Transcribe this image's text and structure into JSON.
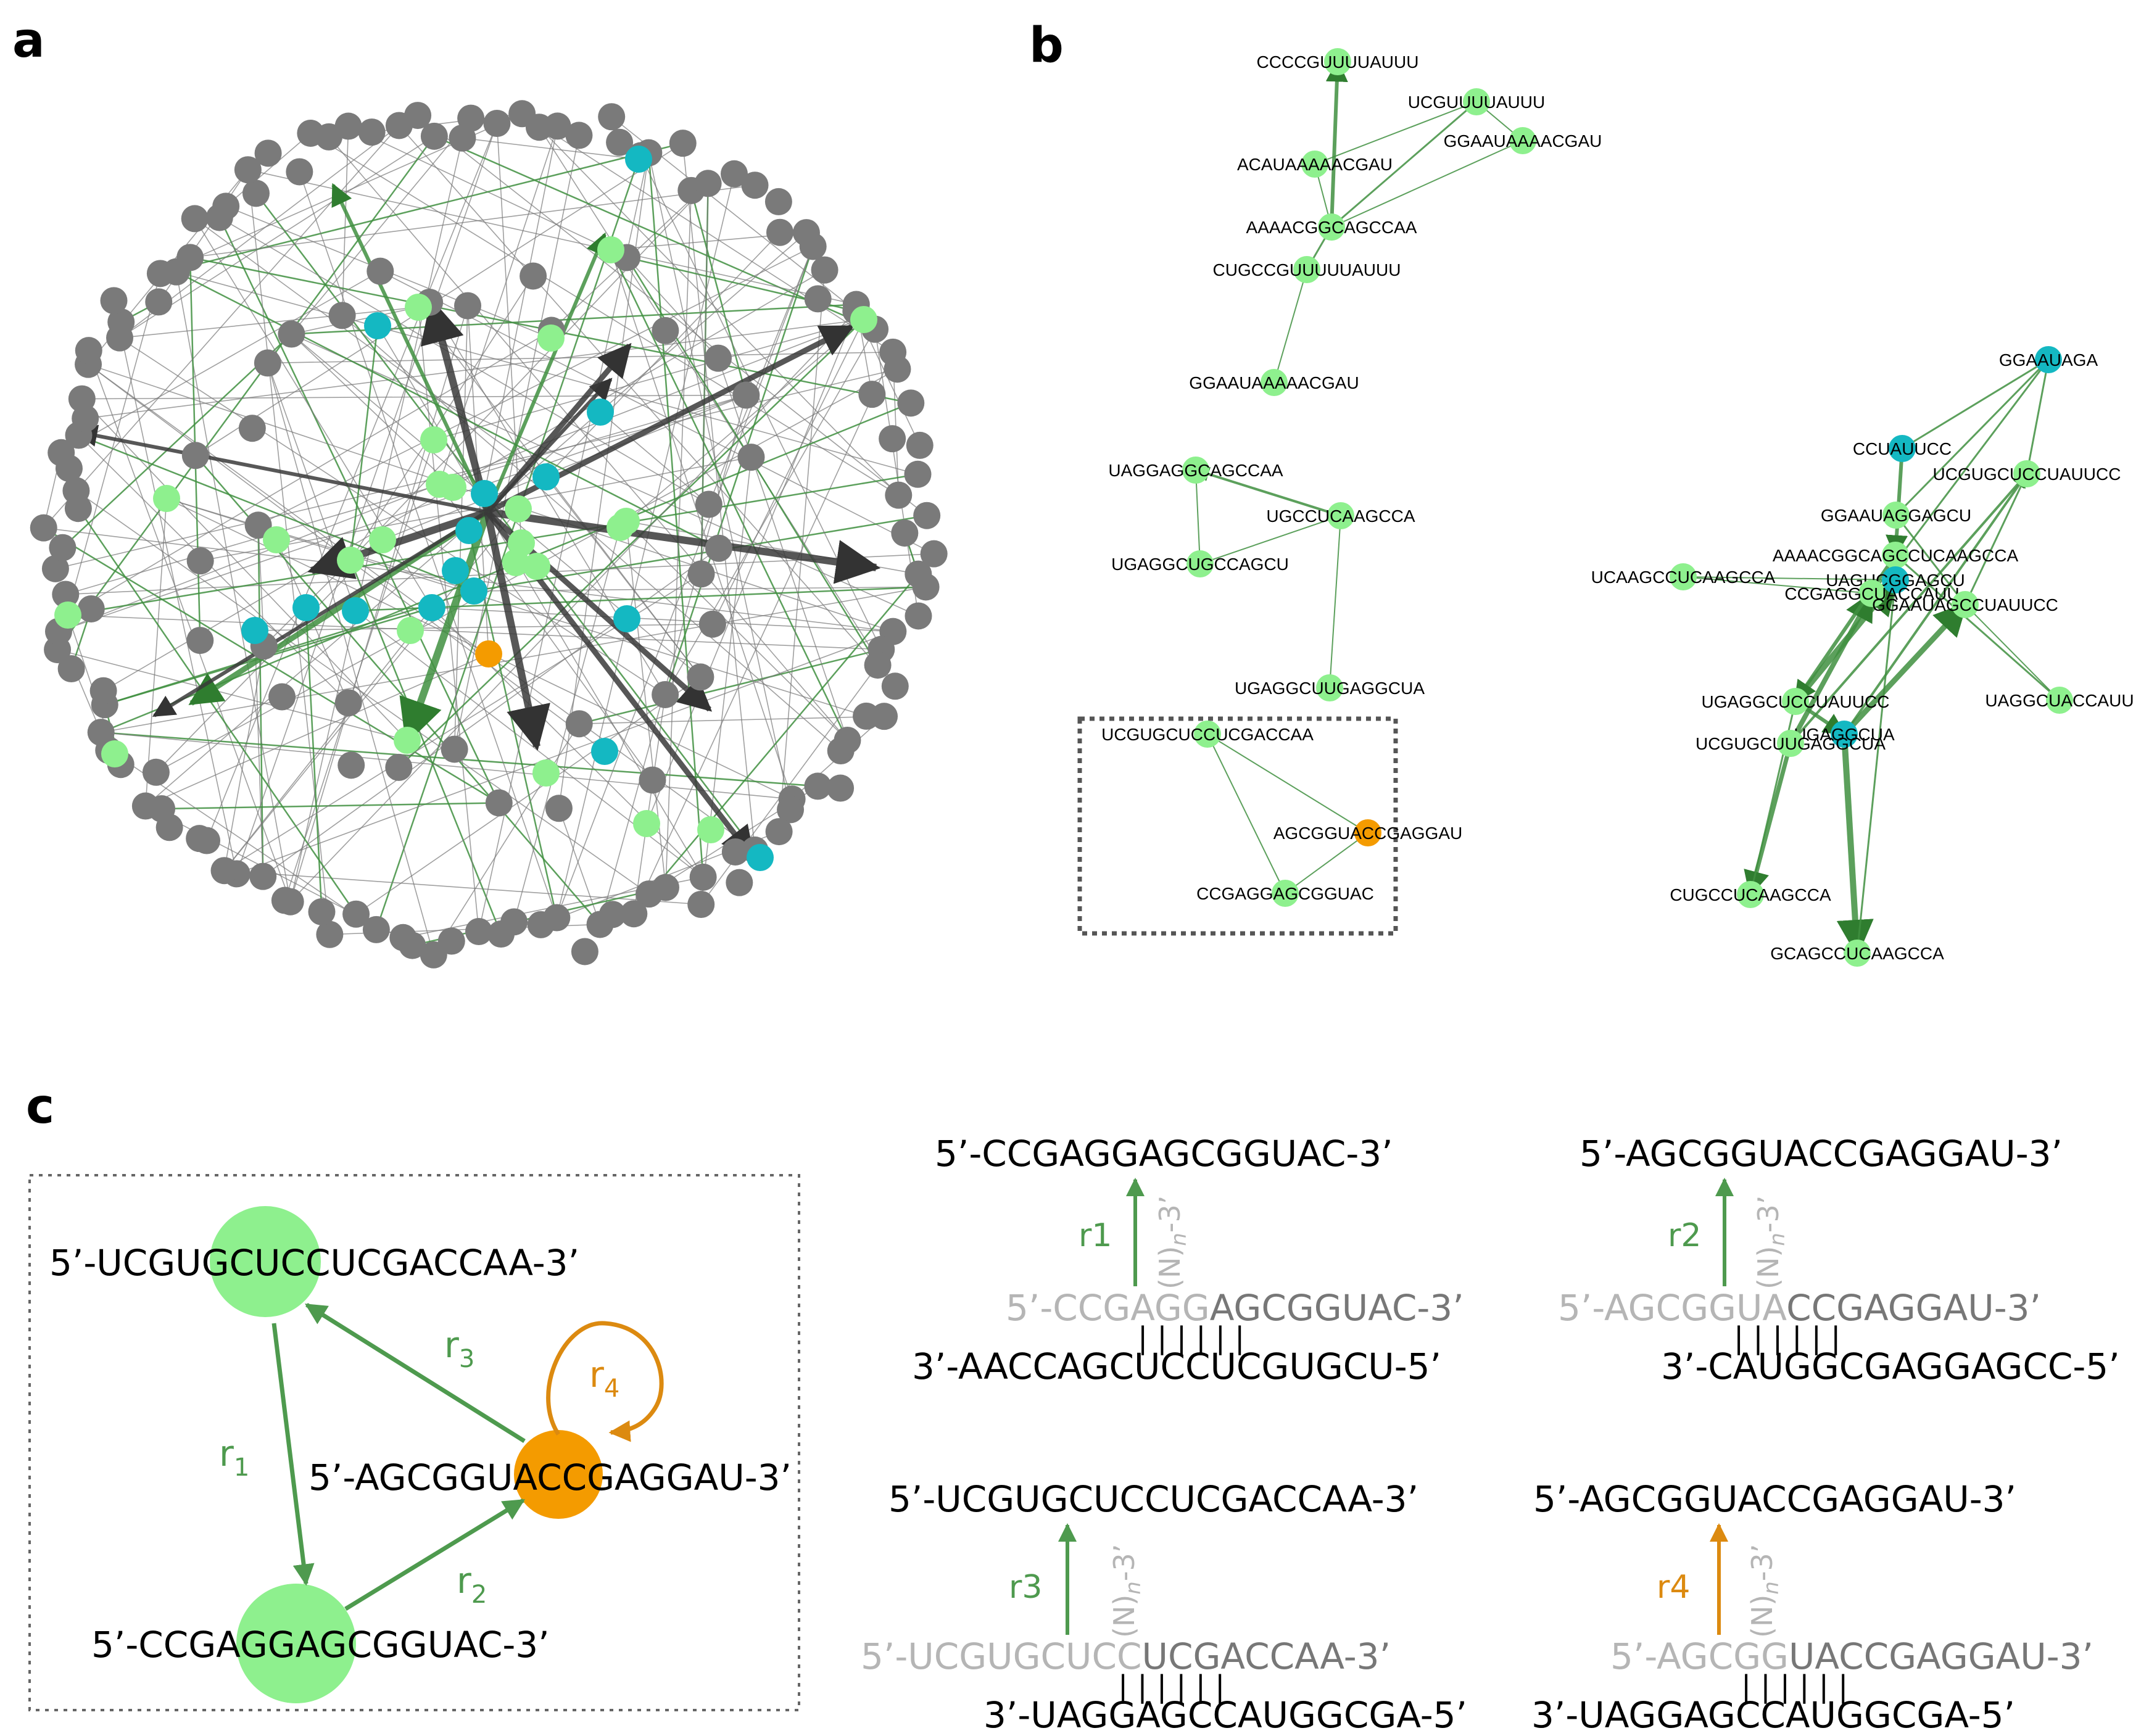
{
  "panels": {
    "a": "a",
    "b": "b",
    "c": "c"
  },
  "colors": {
    "gray_node": "#7a7a7a",
    "light_green": "#8ef08e",
    "teal": "#14b8c2",
    "orange": "#f49b00",
    "dark_green_edge": "#3f8f3f",
    "gray_edge": "#4a4a4a",
    "faded_text": "#b5b5b5"
  },
  "panel_b": {
    "nodes": [
      {
        "label": "CCCCGUUUUAUUU",
        "color": "light_green"
      },
      {
        "label": "UCGUUUUAUUU",
        "color": "light_green"
      },
      {
        "label": "GGAAUAAAACGAU",
        "color": "light_green"
      },
      {
        "label": "ACAUAAAAACGAU",
        "color": "light_green"
      },
      {
        "label": "AAAACGGCAGCCAA",
        "color": "light_green"
      },
      {
        "label": "CUGCCGUUUUUAUUU",
        "color": "light_green"
      },
      {
        "label": "GGAAUAAAAACGAU",
        "color": "light_green"
      },
      {
        "label": "UAGGAGGCAGCCAA",
        "color": "light_green"
      },
      {
        "label": "UGCCUCAAGCCA",
        "color": "light_green"
      },
      {
        "label": "UGAGGCUGCCAGCU",
        "color": "light_green"
      },
      {
        "label": "UGAGGCUUGAGGCUA",
        "color": "light_green"
      },
      {
        "label": "UCGUGCUCCUCGACCAA",
        "color": "light_green"
      },
      {
        "label": "AGCGGUACCGAGGAU",
        "color": "orange"
      },
      {
        "label": "CCGAGGAGCGGUAC",
        "color": "light_green"
      },
      {
        "label": "GGAAUAGA",
        "color": "teal"
      },
      {
        "label": "CCUAUUCC",
        "color": "teal"
      },
      {
        "label": "UCGUGCUCCUAUUCC",
        "color": "light_green"
      },
      {
        "label": "GGAAUAGGAGCU",
        "color": "light_green"
      },
      {
        "label": "AAAACGGCAGCCUCAAGCCA",
        "color": "light_green"
      },
      {
        "label": "UCAAGCCUCAAGCCA",
        "color": "light_green"
      },
      {
        "label": "UAGUCGGAGCU",
        "color": "teal"
      },
      {
        "label": "CCGAGGCUACCAUU",
        "color": "light_green"
      },
      {
        "label": "GGAAUAGCCUAUUCC",
        "color": "light_green"
      },
      {
        "label": "UGAGGCUCCUAUUCC",
        "color": "light_green"
      },
      {
        "label": "UAGGCUACCAUU",
        "color": "light_green"
      },
      {
        "label": "UGAGGCUA",
        "color": "teal"
      },
      {
        "label": "UCGUGCUUGAGGCUA",
        "color": "light_green"
      },
      {
        "label": "CUGCCUCAAGCCA",
        "color": "light_green"
      },
      {
        "label": "GCAGCCUCAAGCCA",
        "color": "light_green"
      }
    ]
  },
  "panel_c": {
    "network": {
      "node1": "5’-UCGUGCUCCUCGACCAA-3’",
      "node2": "5’-AGCGGUACCGAGGAU-3’",
      "node3": "5’-CCGAGGAGCGGUAC-3’",
      "r1_main": "r",
      "r1_sub": "1",
      "r2_main": "r",
      "r2_sub": "2",
      "r3_main": "r",
      "r3_sub": "3",
      "r4_main": "r",
      "r4_sub": "4"
    },
    "reactions": [
      {
        "label": "r1",
        "product": "5’-CCGAGGAGCGGUAC-3’",
        "substrate_faded": "5’-CCGAGG",
        "substrate_rest": "AGCGGUAC-3’",
        "template": "3’-AACCAGCUCCUCGUGCU-5’",
        "bars": "| | | | | |",
        "leaving_main": "(N)",
        "leaving_sub": "n",
        "leaving_end": "-3’"
      },
      {
        "label": "r2",
        "product": "5’-AGCGGUACCGAGGAU-3’",
        "substrate_faded": "5’-AGCGGUA",
        "substrate_rest": "CCGAGGAU-3’",
        "template": "3’-CAUGGCGAGGAGCC-5’",
        "bars": "| | | | | |",
        "leaving_main": "(N)",
        "leaving_sub": "n",
        "leaving_end": "-3’"
      },
      {
        "label": "r3",
        "product": "5’-UCGUGCUCCUCGACCAA-3’",
        "substrate_faded": "5’-UCGUGCUCC",
        "substrate_rest": "UCGACCAA-3’",
        "template": "3’-UAGGAGCCAUGGCGA-5’",
        "bars": "| | | | | |",
        "leaving_main": "(N)",
        "leaving_sub": "n",
        "leaving_end": "-3’"
      },
      {
        "label": "r4",
        "product": "5’-AGCGGUACCGAGGAU-3’",
        "substrate_faded": "5’-AGCGG",
        "substrate_rest": "UACCGAGGAU-3’",
        "template": "3’-UAGGAGCCAUGGCGA-5’",
        "bars": "| | | | | |",
        "leaving_main": "(N)",
        "leaving_sub": "n",
        "leaving_end": "-3’"
      }
    ]
  }
}
